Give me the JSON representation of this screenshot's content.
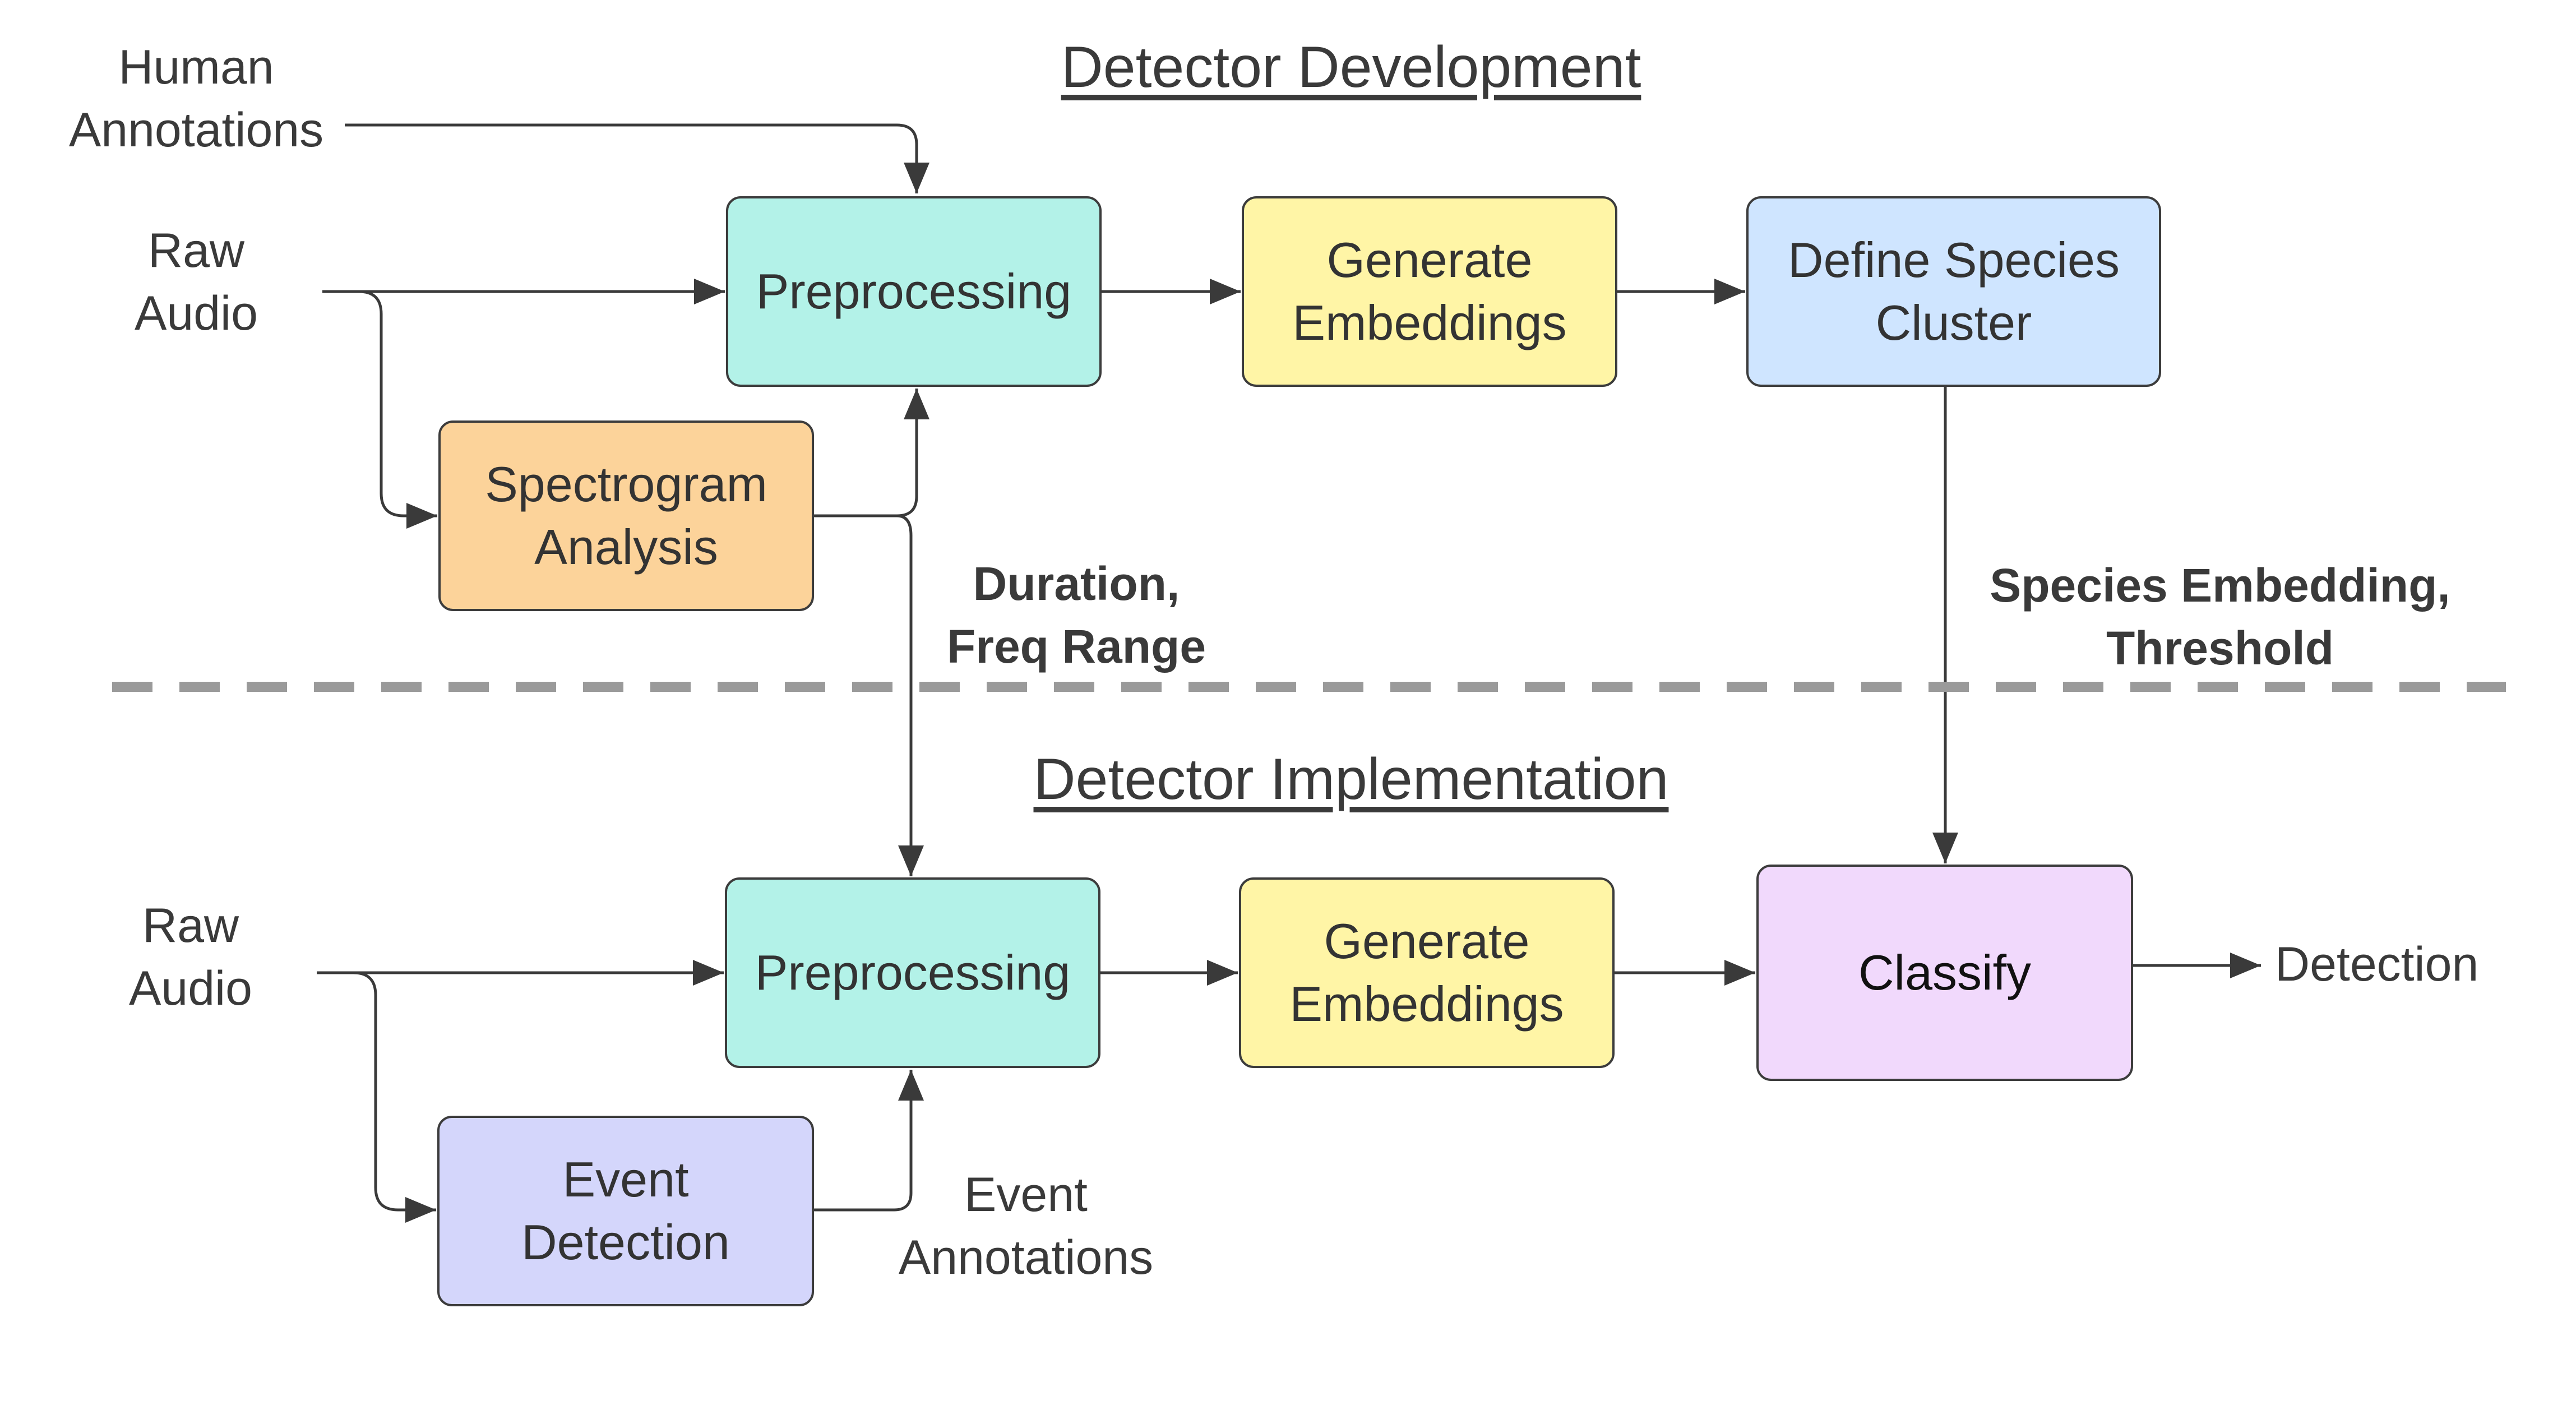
{
  "headings": {
    "development": "Detector Development",
    "implementation": "Detector Implementation"
  },
  "inputs": {
    "human_annotations": [
      "Human",
      "Annotations"
    ],
    "raw_audio_top": [
      "Raw",
      "Audio"
    ],
    "raw_audio_bottom": [
      "Raw",
      "Audio"
    ]
  },
  "nodes": {
    "preprocessing_top": {
      "lines": [
        "Preprocessing"
      ],
      "color": "#b3f2e8"
    },
    "generate_embeddings_top": {
      "lines": [
        "Generate",
        "Embeddings"
      ],
      "color": "#fff5a6"
    },
    "define_species_cluster": {
      "lines": [
        "Define Species",
        "Cluster"
      ],
      "color": "#cfe5ff"
    },
    "spectrogram_analysis": {
      "lines": [
        "Spectrogram",
        "Analysis"
      ],
      "color": "#fcd39a"
    },
    "preprocessing_bottom": {
      "lines": [
        "Preprocessing"
      ],
      "color": "#b3f2e8"
    },
    "generate_embeddings_bottom": {
      "lines": [
        "Generate",
        "Embeddings"
      ],
      "color": "#fff5a6"
    },
    "classify": {
      "lines": [
        "Classify"
      ],
      "color": "#f1d9fc"
    },
    "event_detection": {
      "lines": [
        "Event",
        "Detection"
      ],
      "color": "#d4d6fb"
    }
  },
  "edge_labels": {
    "duration_freq": [
      "Duration,",
      "Freq Range"
    ],
    "species_embedding": [
      "Species Embedding,",
      "Threshold"
    ],
    "event_annotations": [
      "Event",
      "Annotations"
    ],
    "detection": "Detection"
  },
  "colors": {
    "line": "#3a3a3a",
    "divider": "#9a9a9a"
  }
}
